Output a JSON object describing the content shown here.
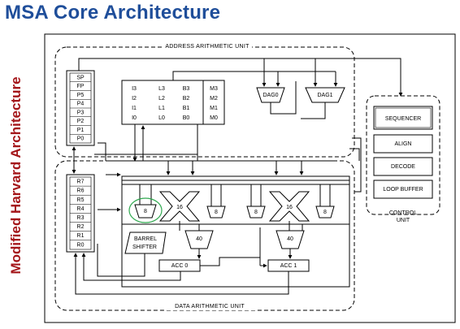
{
  "title": "MSA Core Architecture",
  "side_label": "Modified Harvard Architecture",
  "address_unit": {
    "label": "ADDRESS ARITHMETIC UNIT",
    "pointer_registers": [
      "SP",
      "FP",
      "P5",
      "P4",
      "P3",
      "P2",
      "P1",
      "P0"
    ],
    "index_regs": [
      "I3",
      "I2",
      "I1",
      "I0"
    ],
    "length_regs": [
      "L3",
      "L2",
      "L1",
      "L0"
    ],
    "base_regs": [
      "B3",
      "B2",
      "B1",
      "B0"
    ],
    "modify_regs": [
      "M3",
      "M2",
      "M1",
      "M0"
    ],
    "dag0": "DAG0",
    "dag1": "DAG1"
  },
  "control_unit": {
    "label": "CONTROL UNIT",
    "blocks": [
      "SEQUENCER",
      "ALIGN",
      "DECODE",
      "LOOP BUFFER"
    ]
  },
  "data_unit": {
    "label": "DATA ARITHMETIC UNIT",
    "data_registers": [
      "R7",
      "R6",
      "R5",
      "R4",
      "R3",
      "R2",
      "R1",
      "R0"
    ],
    "multiplier_width": "16",
    "alu_8bit": "8",
    "alu_40bit": "40",
    "barrel_shifter": [
      "BARREL",
      "SHIFTER"
    ],
    "acc0": "ACC 0",
    "acc1": "ACC 1"
  },
  "colors": {
    "title": "#1f4e9a",
    "side_label": "#a4161a",
    "highlight_circle": "#2fa84f",
    "lines": "#000000"
  }
}
